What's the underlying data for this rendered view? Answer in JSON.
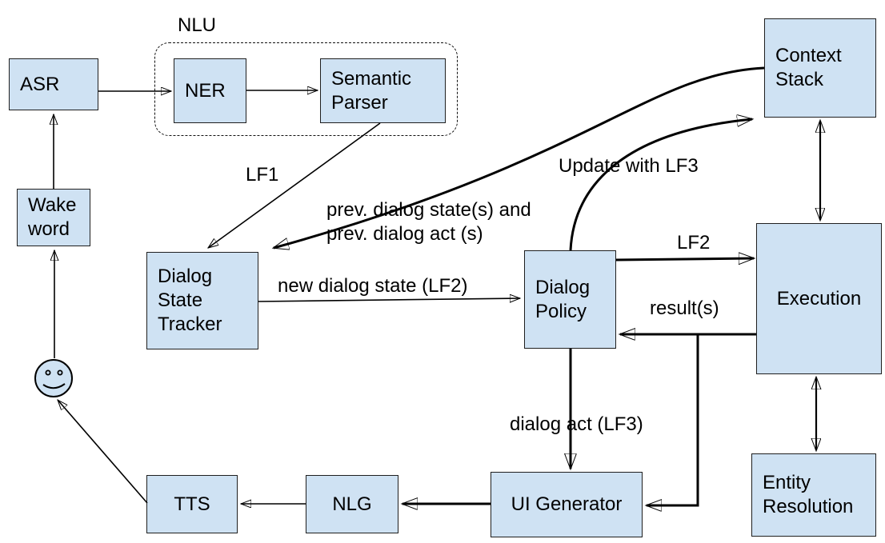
{
  "diagram": {
    "nodes": {
      "asr": "ASR",
      "nlu_group": "NLU",
      "ner": "NER",
      "semantic_parser": "Semantic\nParser",
      "context_stack": "Context\nStack",
      "wake_word": "Wake\nword",
      "dialog_state_tracker": "Dialog\nState\nTracker",
      "dialog_policy": "Dialog\nPolicy",
      "execution": "Execution",
      "entity_resolution": "Entity\nResolution",
      "ui_generator": "UI Generator",
      "nlg": "NLG",
      "tts": "TTS"
    },
    "edge_labels": {
      "lf1": "LF1",
      "prev_dialog": "prev. dialog state(s) and\nprev. dialog act (s)",
      "new_dialog_state": "new dialog state (LF2)",
      "update_with_lf3": "Update with LF3",
      "lf2": "LF2",
      "results": "result(s)",
      "dialog_act": "dialog act (LF3)"
    },
    "icons": {
      "user": "smiley-face"
    },
    "colors": {
      "node_fill": "#cfe2f3",
      "node_border": "#1f1f1f",
      "line": "#000000",
      "text": "#000000",
      "background": "#ffffff"
    }
  }
}
